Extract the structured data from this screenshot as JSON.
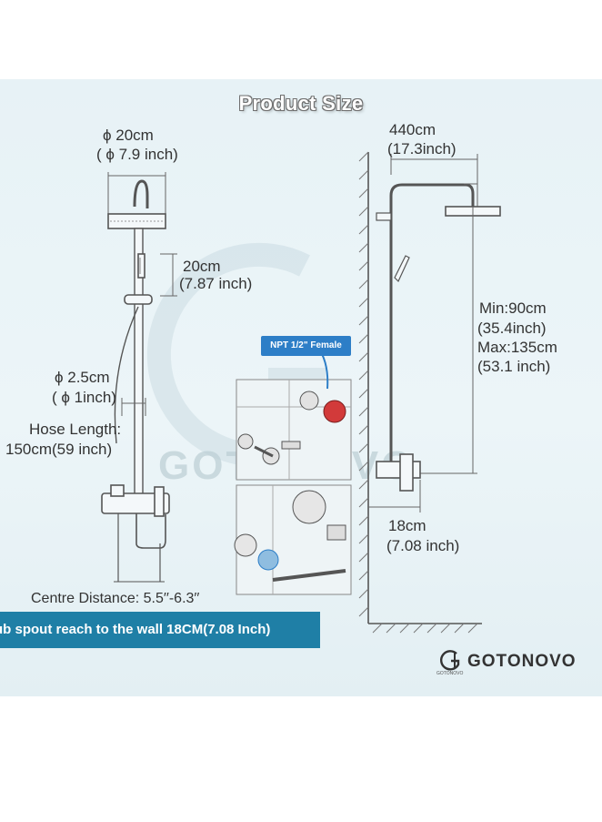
{
  "title": "Product Size",
  "labels": {
    "head_dia_cm": "ϕ 20cm",
    "head_dia_in": "( ϕ 7.9 inch)",
    "hand_len_cm": "20cm",
    "hand_len_in": "(7.87 inch)",
    "bar_dia_cm": "ϕ 2.5cm",
    "bar_dia_in": "( ϕ 1inch)",
    "hose_label": "Hose Length:",
    "hose_value": "150cm(59 inch)",
    "centre_distance": "Centre Distance: 5.5′′-6.3′′",
    "arm_len_cm": "440cm",
    "arm_len_in": "(17.3inch)",
    "height_min": "Min:90cm",
    "height_min_in": "(35.4inch)",
    "height_max": "Max:135cm",
    "height_max_in": "(53.1 inch)",
    "spout_cm": "18cm",
    "spout_in": "(7.08 inch)",
    "npt": "NPT 1/2\" Female"
  },
  "banner": "ub spout reach to the wall 18CM(7.08 Inch)",
  "brand": {
    "name": "GOTONOVO",
    "logo_text": "GOTONOVO",
    "watermark": "GOTONOVO"
  },
  "colors": {
    "banner": "#1f7fa6",
    "npt_tag": "#2d7ec7",
    "panel": "#e7f2f6",
    "line": "#555555"
  }
}
